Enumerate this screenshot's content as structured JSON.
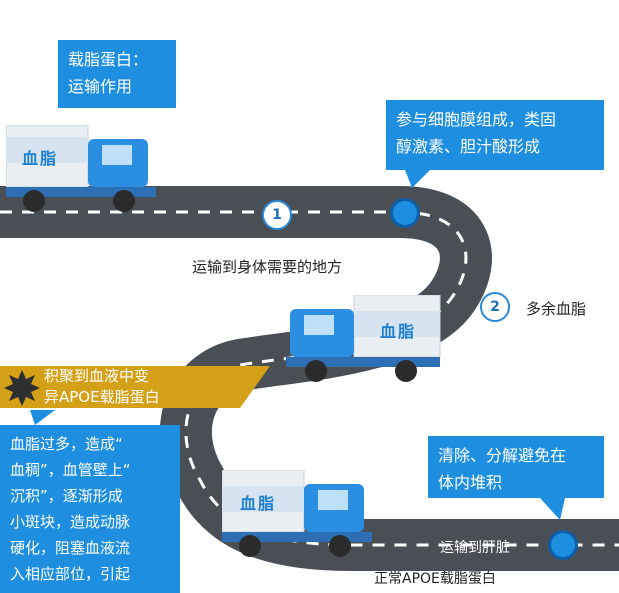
{
  "boxes": {
    "transport": "载脂蛋白：\n运输作用",
    "membrane": "参与细胞膜组成，类固\n醇激素、胆汁酸形成",
    "clear": "清除、分解避免在\n体内堆积",
    "risk": "血脂过多，造成“\n血稠”，血管壁上“\n沉积”，逐渐形成\n小斑块，造成动脉\n硬化，阻塞血液流\n入相应部位，引起"
  },
  "banner": {
    "text": "积聚到血液中变\n异APOE载脂蛋白"
  },
  "labels": {
    "to_body": "运输到身体需要的地方",
    "excess": "多余血脂",
    "to_liver": "运输到肝脏",
    "normal_apoe": "正常APOE载脂蛋白"
  },
  "markers": {
    "one": "1",
    "two": "2"
  },
  "truck_cargo": "血脂",
  "colors": {
    "box": "#1e8fe0",
    "road": "#4a4f55",
    "banner": "#d4a017",
    "truck_cab": "#2a8fe0",
    "cargo": "#e9eef3"
  }
}
